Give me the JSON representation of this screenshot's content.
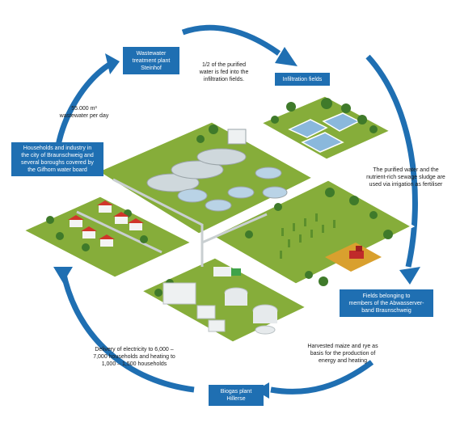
{
  "colors": {
    "arrow": "#1f6fb2",
    "box": "#1f6fb2",
    "grass": "#86ad3a",
    "grass_dark": "#6f9430",
    "pond": "#8ab8dc",
    "path": "#c9cfd1",
    "house_roof": "#d0352a",
    "tree": "#3f7a2a",
    "maize": "#d9a02e"
  },
  "boxes": {
    "wwtp": "Wastewater\ntreatment plant\nSteinhof",
    "infiltration": "Infiltration fields",
    "households": "Households and industry in\nthe city of Braunschweig and\nseveral boroughs covered by\nthe Gifhorn water board",
    "fields": "Fields belonging to\nmembers of the Abwasserver-\nband Braunschweig",
    "biogas": "Biogas plant\nHillerse"
  },
  "labels": {
    "half_water": "1/2 of the purified\nwater is fed into the\ninfiltration fields.",
    "wastewater": "55.000 m³\nwastewater per day",
    "purified": "The purified water and the\nnutrient-rich sewage sludge are\nused via irrigation as fertiliser",
    "delivery": "Delivery of electricity to 6,000 –\n7,000 households and heating to\n1,000 – 1,500 households",
    "harvested": "Harvested maize and rye as\nbasis for the production of\nenergy and heating"
  }
}
